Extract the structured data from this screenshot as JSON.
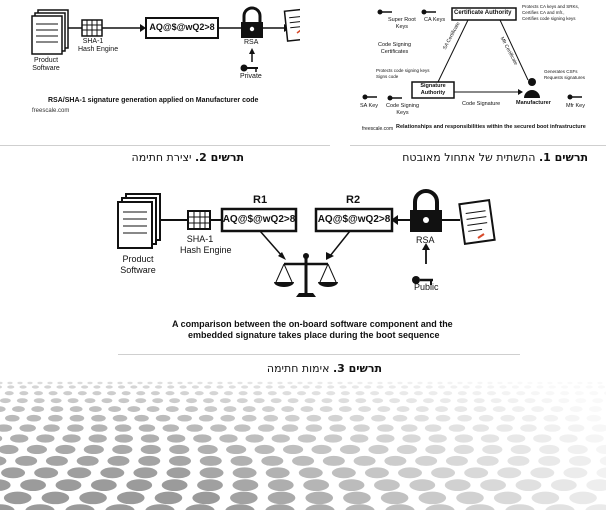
{
  "fig2": {
    "product_label": "Product\nSoftware",
    "hash_label": "SHA-1\nHash Engine",
    "signature_text": "AQ@$@wQ2>8",
    "rsa_label": "RSA",
    "key_label": "Private",
    "caption_en": "RSA/SHA-1 signature generation applied on Manufacturer code",
    "site": "freescale.com"
  },
  "fig1": {
    "ca_box": "Certificate Authority",
    "super_root": "Super Root\nKeys",
    "ca_keys": "CA Keys",
    "ca_note": "Protects CA keys and SRKs,\nCertifies CA and mfr.,\nCertifies code signing keys",
    "code_signing_certs": "Code Signing\nCertificates",
    "sa_cert": "SA Certificate",
    "mfr_cert": "Mfr Certificate",
    "protects": "Protects code signing keys\nSigns code",
    "sa_box": "Signature\nAuthority",
    "generates": "Generates CSFs\nRequests signatures",
    "sa_key": "SA Key",
    "code_signing_keys": "Code Signing\nKeys",
    "code_signature": "Code Signature",
    "manufacturer": "Manufacturer",
    "mfr_key": "Mfr Key",
    "site": "freescale.com",
    "caption_en": "Relationships and responsibilities within the secured boot infrastructure"
  },
  "captions": {
    "fig1_bold": "תרשים 1.",
    "fig1_text": " התשתית של אתחול מאובטח",
    "fig2_bold": "תרשים 2.",
    "fig2_text": " יצירת חתימה",
    "fig3_bold": "תרשים 3.",
    "fig3_text": " אימות חתימה"
  },
  "fig3": {
    "product_label": "Product\nSoftware",
    "hash_label": "SHA-1\nHash Engine",
    "r1": "R1",
    "r2": "R2",
    "sig1": "AQ@$@wQ2>8",
    "sig2": "AQ@$@wQ2>8",
    "rsa_label": "RSA",
    "key_label": "Public",
    "caption_line1": "A comparison between the on-board software component and the",
    "caption_line2": "embedded signature takes place during the boot sequence"
  }
}
